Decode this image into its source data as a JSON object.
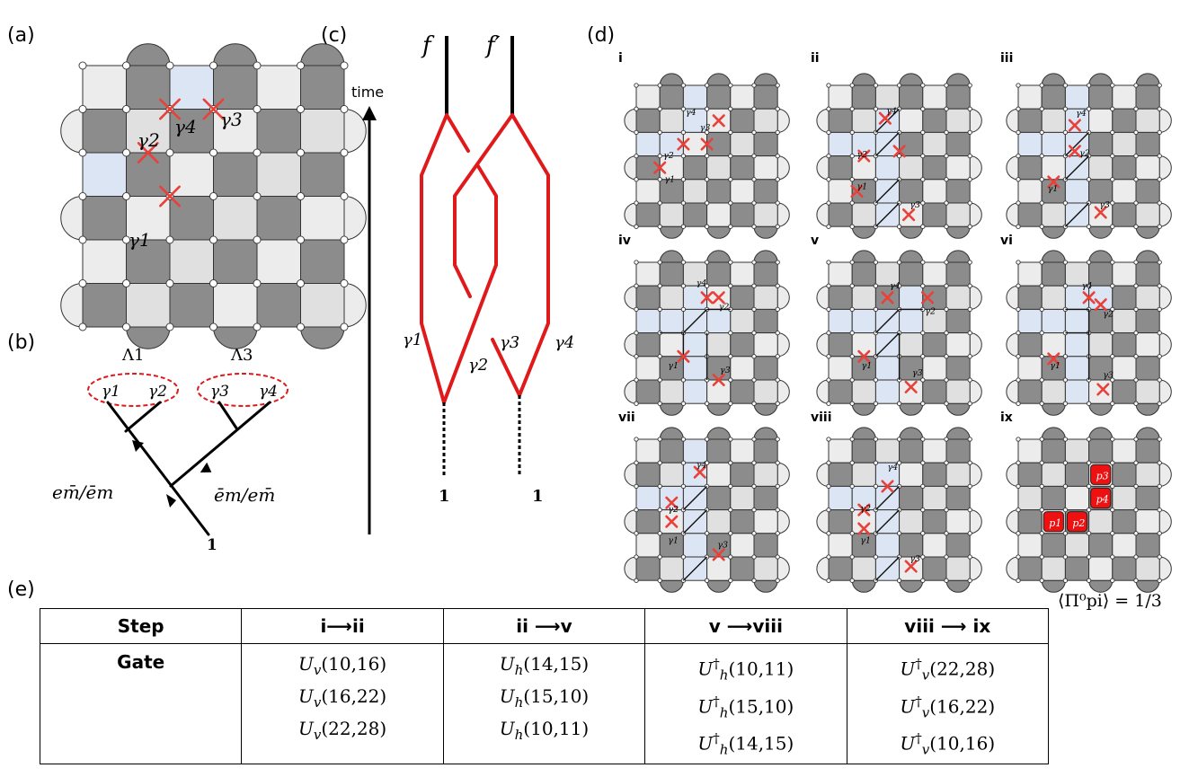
{
  "panels": {
    "a": {
      "label": "(a)",
      "gammas": [
        "γ1",
        "γ2",
        "γ3",
        "γ4"
      ]
    },
    "b": {
      "label": "(b)",
      "lambda1": "Λ1",
      "lambda3": "Λ3",
      "g1": "γ1",
      "g2": "γ2",
      "g3": "γ3",
      "g4": "γ4",
      "left_edge": "em̄/ēm",
      "right_edge": "ēm/em̄",
      "root": "1"
    },
    "c": {
      "label": "(c)",
      "time": "time",
      "f": "f",
      "fprime": "f′",
      "g1": "γ1",
      "g2": "γ2",
      "g3": "γ3",
      "g4": "γ4",
      "bottom_left": "1",
      "bottom_right": "1"
    },
    "d": {
      "label": "(d)",
      "steps": [
        "i",
        "ii",
        "iii",
        "iv",
        "v",
        "vi",
        "vii",
        "viii",
        "ix"
      ],
      "plaquettes": [
        "p3",
        "p4",
        "p1",
        "p2"
      ],
      "expectation": "⟨Π⁰pi⟩ = 1/3"
    },
    "e": {
      "label": "(e)"
    }
  },
  "table": {
    "headers": [
      "Step",
      "i⟶ii",
      "ii ⟶v",
      "v ⟶viii",
      "viii ⟶ ix"
    ],
    "row_label": "Gate",
    "columns": [
      [
        "Uv(10,16)",
        "Uv(16,22)",
        "Uv(22,28)"
      ],
      [
        "Uh(14,15)",
        "Uh(15,10)",
        "Uh(10,11)"
      ],
      [
        "U†h(10,11)",
        "U†h(15,10)",
        "U†h(14,15)"
      ],
      [
        "U†v(22,28)",
        "U†v(16,22)",
        "U†v(10,16)"
      ]
    ]
  }
}
